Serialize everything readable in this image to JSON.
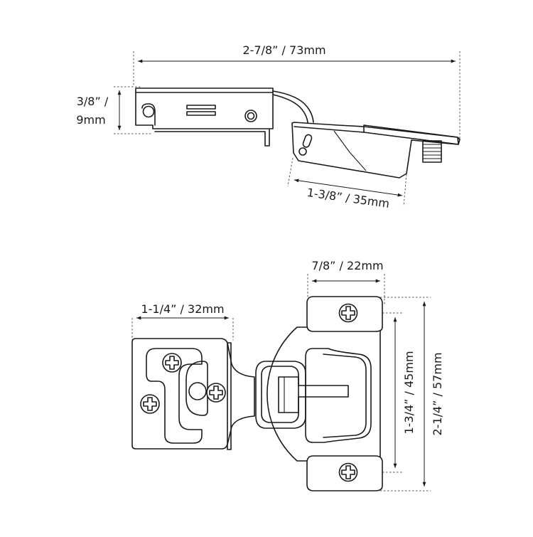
{
  "colors": {
    "line": "#1a1a1a",
    "background": "#ffffff"
  },
  "side_view": {
    "overall_width_label": "2-7/8” / 73mm",
    "thickness_label_line1": "3/8” /",
    "thickness_label_line2": "9mm",
    "cup_width_label": "1-3/8” / 35mm"
  },
  "top_view": {
    "cup_depth_label": "7/8” / 22mm",
    "arm_width_label": "1-1/4” / 32mm",
    "screw_spacing_label": "1-3/4” / 45mm",
    "plate_height_label": "2-1/4” / 57mm"
  }
}
